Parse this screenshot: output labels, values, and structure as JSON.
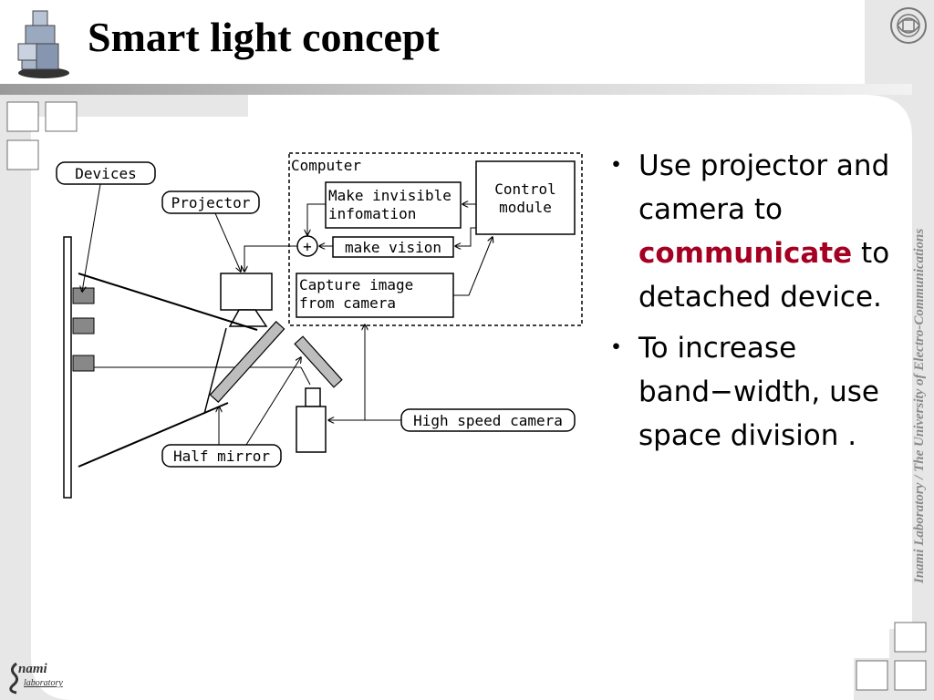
{
  "slide": {
    "title": "Smart light concept",
    "side_text": "Inami Laboratory / The University of Electro-Communications",
    "logo": {
      "line1": "nami",
      "line2": "laboratory"
    }
  },
  "bullets": [
    {
      "marker": "・",
      "parts": [
        "Use projector and camera to ",
        "communicate",
        " to detached device."
      ]
    },
    {
      "marker": "・",
      "text": "To increase band−width, use space division ."
    }
  ],
  "diagram": {
    "devices": "Devices",
    "projector": "Projector",
    "computer": "Computer",
    "control_line1": "Control",
    "control_line2": "module",
    "invisible_line1": "Make invisible",
    "invisible_line2": "infomation",
    "plus": "+",
    "make_vision": "make vision",
    "capture_line1": "Capture image",
    "capture_line2": "from camera",
    "half_mirror": "Half mirror",
    "camera": "High speed camera"
  },
  "colors": {
    "highlight": "#a50021",
    "frame": "#e6e6e6",
    "device": "#888888",
    "mirror": "#bdbdbd"
  }
}
